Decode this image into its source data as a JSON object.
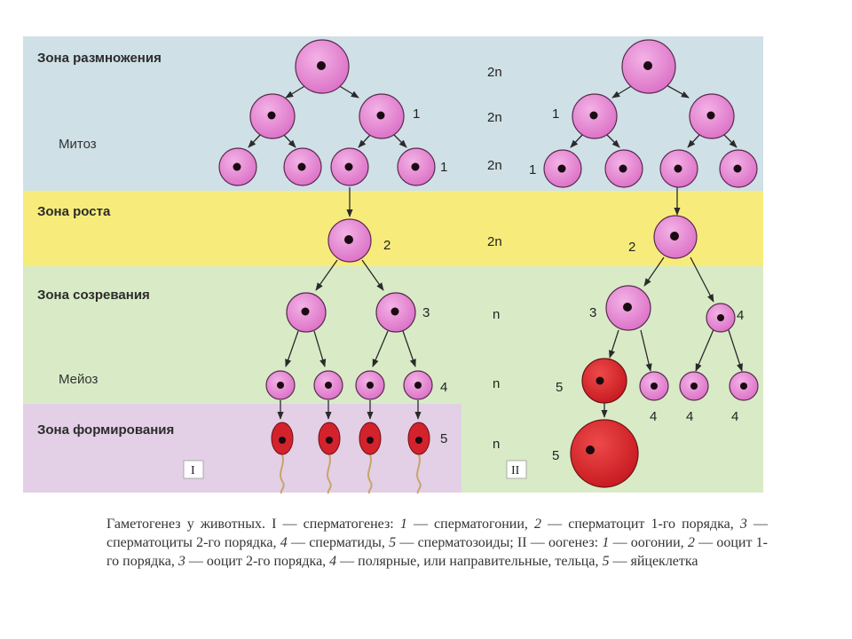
{
  "zones": {
    "reproduction": "Зона размножения",
    "growth": "Зона роста",
    "maturation": "Зона созревания",
    "formation": "Зона формирования"
  },
  "processes": {
    "mitosis": "Митоз",
    "meiosis": "Мейоз"
  },
  "ploidy": {
    "row1": "2n",
    "row2": "2n",
    "row3": "2n",
    "growth": "2n",
    "maturation1": "n",
    "maturation2": "n",
    "formation": "n"
  },
  "panels": {
    "left": "I",
    "right": "II"
  },
  "stage_numbers": {
    "s1": "1",
    "s2": "2",
    "s3": "3",
    "s4": "4",
    "s5": "5"
  },
  "caption": {
    "p1": "Гаметогенез у животных. I — сперматогенез: ",
    "n1": "1",
    "p2": " — сперматогонии, ",
    "n2": "2",
    "p3": " — сперматоцит 1-го порядка, ",
    "n3": "3",
    "p4": " — сперматоциты 2-го порядка, ",
    "n4": "4",
    "p5": " — сперматиды, ",
    "n5": "5",
    "p6": " — сперматозоиды; II — оогенез: ",
    "n6": "1",
    "p7": " — оогонии, ",
    "n7": "2",
    "p8": " — ооцит 1-го порядка, ",
    "n8": "3",
    "p9": " — ооцит 2-го порядка, ",
    "n9": "4",
    "p10": " — полярные, или направительные, тельца, ",
    "n10": "5",
    "p11": " — яйцеклетка"
  },
  "colors": {
    "reproduction_bg": "#cfe0e6",
    "growth_bg": "#f7ec7b",
    "maturation_bg": "#d8ebc6",
    "formation_bg": "#e3cfe6",
    "cell_fill": "#e68ad2",
    "cell_stroke": "#5a2a4f",
    "nucleus": "#1a0a12",
    "egg_fill": "#d8262c",
    "tail": "#c9a46a"
  }
}
